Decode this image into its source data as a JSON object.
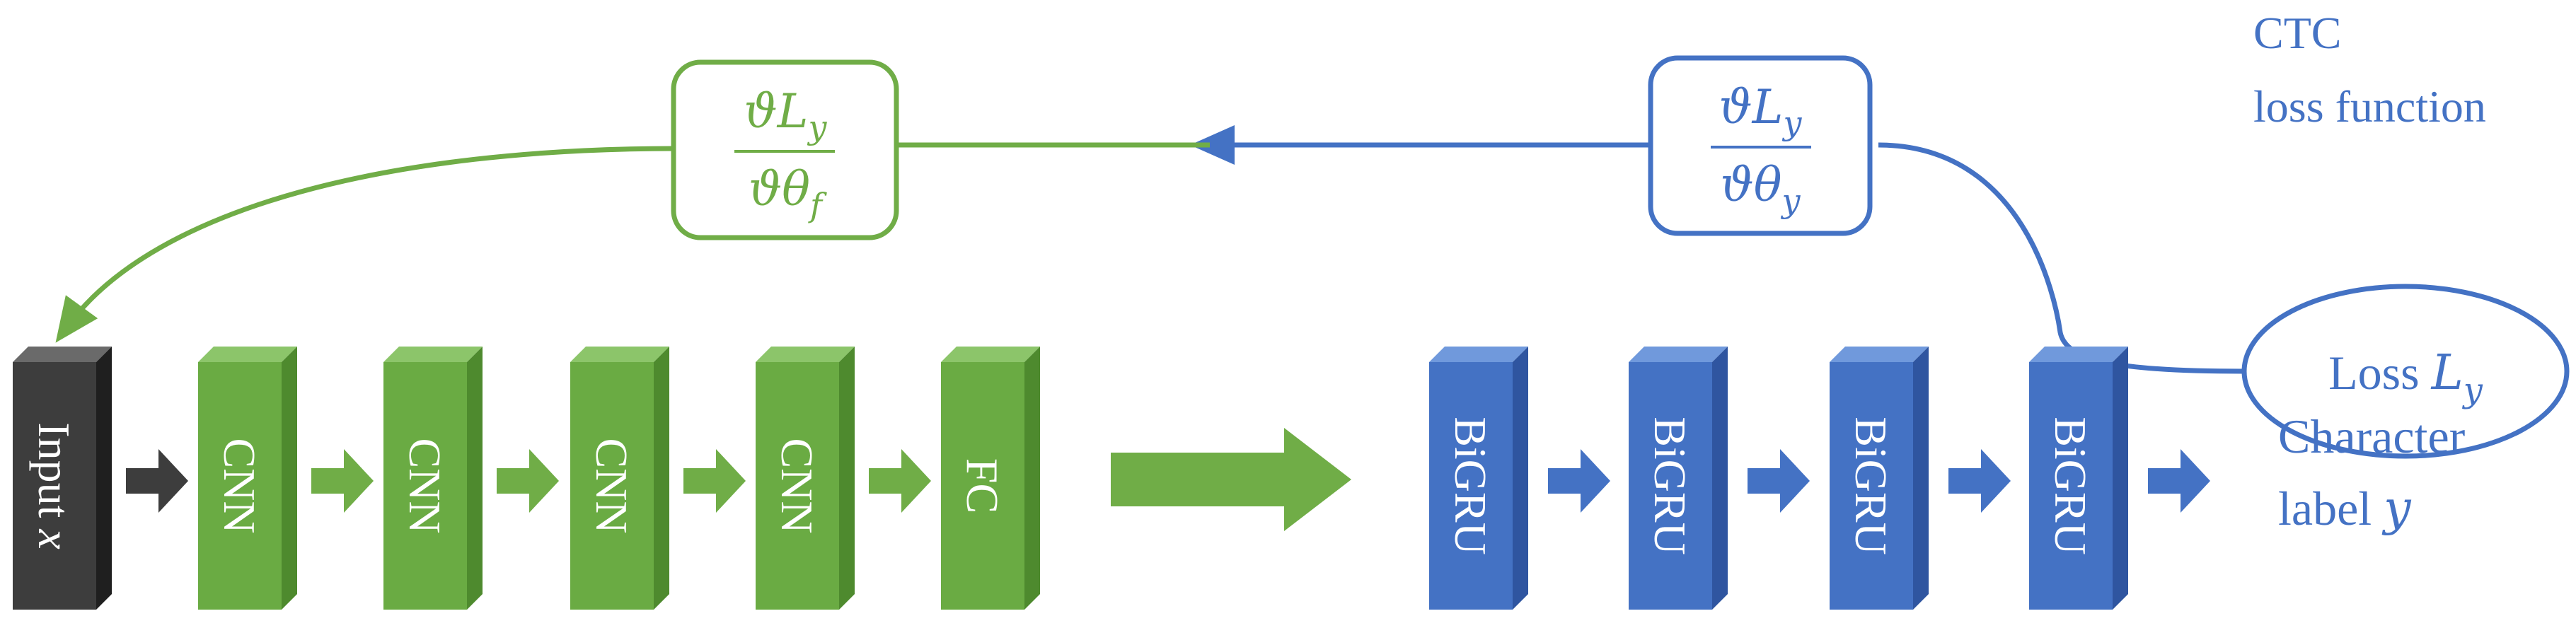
{
  "colors": {
    "green": "#70ad47",
    "green_front": "#6aab43",
    "green_top": "#8cc56a",
    "green_side": "#4e8a2e",
    "blue": "#4472c4",
    "blue_front": "#4472c4",
    "blue_top": "#7099dc",
    "blue_side": "#2f55a0",
    "dark_front": "#3d3d3d",
    "dark_top": "#6a6a6a",
    "dark_side": "#1f1f1f"
  },
  "input_block": {
    "label": "Input ",
    "var": "x"
  },
  "green_blocks": [
    {
      "label": "CNN"
    },
    {
      "label": "CNN"
    },
    {
      "label": "CNN"
    },
    {
      "label": "CNN"
    },
    {
      "label": "FC"
    }
  ],
  "blue_blocks": [
    {
      "label": "BiGRU"
    },
    {
      "label": "BiGRU"
    },
    {
      "label": "BiGRU"
    },
    {
      "label": "BiGRU"
    }
  ],
  "grad_f": {
    "num": "ϑL",
    "num_sub": "y",
    "den": "ϑθ",
    "den_sub": "f"
  },
  "grad_y": {
    "num": "ϑL",
    "num_sub": "y",
    "den": "ϑθ",
    "den_sub": "y"
  },
  "ctc": {
    "line1": "CTC",
    "line2": "loss function"
  },
  "loss": {
    "text": "Loss ",
    "var": "L",
    "sub": "y"
  },
  "output": {
    "line1": "Character",
    "line2": "label ",
    "var": "y"
  }
}
